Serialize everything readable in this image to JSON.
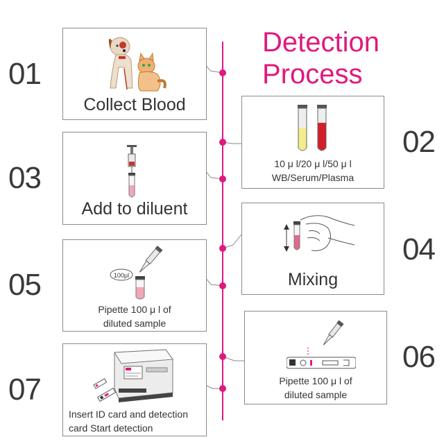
{
  "title": {
    "line1": "Detection",
    "line2": "Process"
  },
  "colors": {
    "accent": "#e0197d",
    "border": "#8a8a8a",
    "text": "#333333"
  },
  "steps": [
    {
      "number": "01",
      "label": "Collect Blood",
      "icon": "dog-and-cat-icon"
    },
    {
      "number": "02",
      "line1": "10 μ l/20 μ l/50 μ l",
      "line2": "WB/Serum/Plasma",
      "icon": "sample-tubes-icon"
    },
    {
      "number": "03",
      "label": "Add to diluent",
      "icon": "syringe-diluent-icon"
    },
    {
      "number": "04",
      "label": "Mixing",
      "icon": "hand-shaking-tube-icon"
    },
    {
      "number": "05",
      "line1": "Pipette 100 μ l of",
      "line2": "diluted sample",
      "volume_tag": "100μl",
      "icon": "pipette-tube-icon"
    },
    {
      "number": "06",
      "line1": "Pipette 100 μ l of",
      "line2": "diluted sample",
      "icon": "pipette-test-card-icon"
    },
    {
      "number": "07",
      "line1": "Insert ID card and detection",
      "line2": "card Start detection",
      "icon": "analyzer-device-icon"
    }
  ]
}
